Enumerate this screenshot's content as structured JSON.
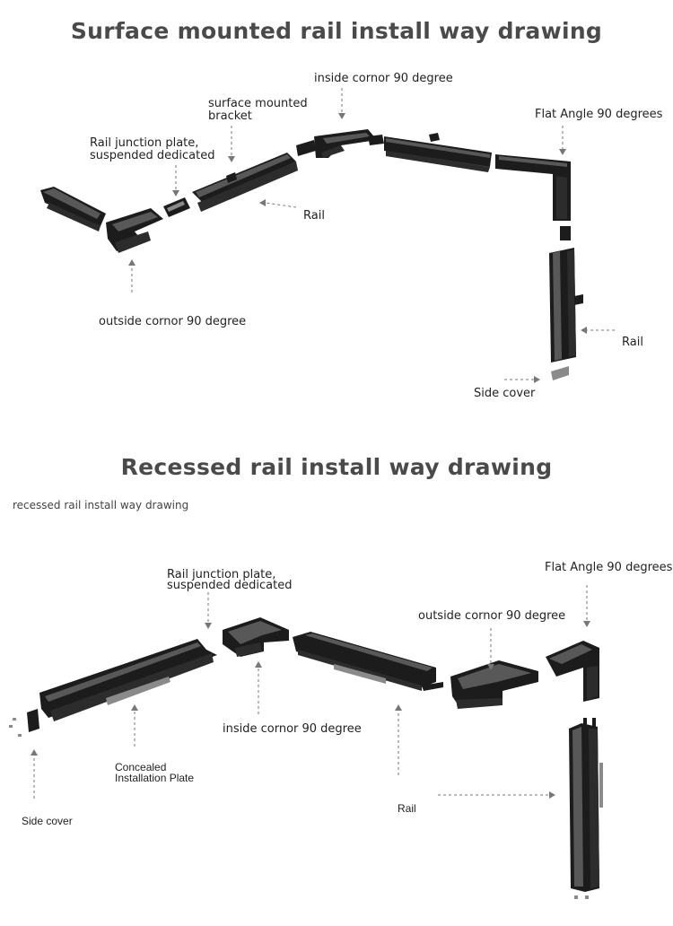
{
  "section1": {
    "title": "Surface mounted rail install way drawing",
    "labels": {
      "inside_corner": "inside cornor 90 degree",
      "surface_bracket_1": "surface mounted",
      "surface_bracket_2": "bracket",
      "flat_angle": "Flat Angle  90 degrees",
      "junction_1": "Rail junction plate,",
      "junction_2": "suspended dedicated",
      "rail_a": "Rail",
      "outside_corner": "outside cornor 90 degree",
      "rail_b": "Rail",
      "side_cover": "Side cover"
    }
  },
  "section2": {
    "title": "Recessed rail install way drawing",
    "subtitle": "recessed rail install way drawing",
    "labels": {
      "junction_1": "Rail junction plate,",
      "junction_2": "suspended dedicated",
      "flat_angle": "Flat Angle  90 degrees",
      "outside_corner": "outside cornor 90 degree",
      "inside_corner": "inside cornor 90 degree",
      "plate_1": "Concealed",
      "plate_2": "Installation Plate",
      "rail": "Rail",
      "side_cover": "Side cover"
    }
  }
}
